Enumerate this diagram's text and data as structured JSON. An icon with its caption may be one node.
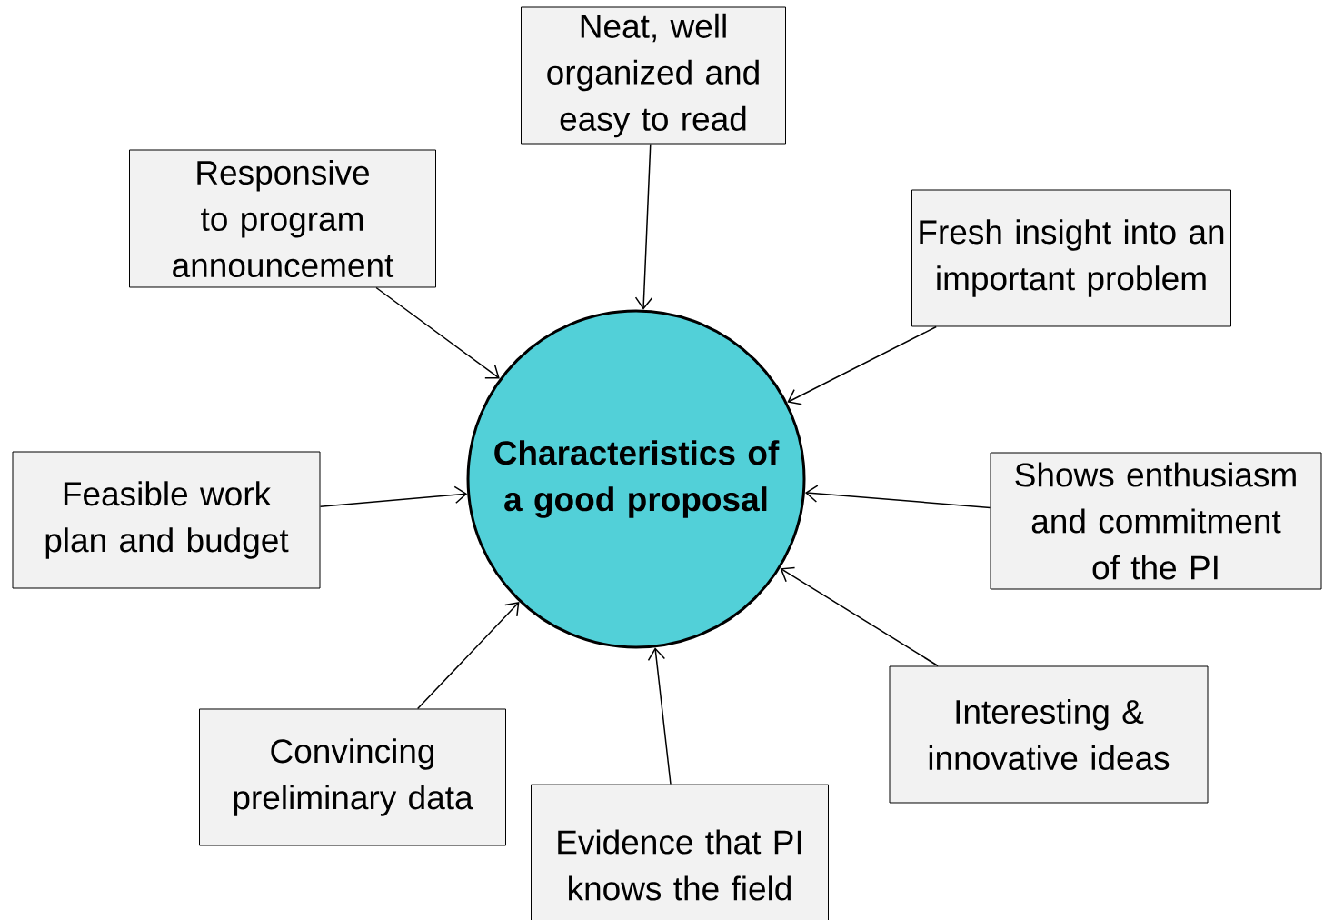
{
  "diagram": {
    "nodes": [
      {
        "text": [
          "Neat, well organized and easy to read"
        ]
      },
      {
        "text": [
          "Responsive to program announcement"
        ]
      },
      {
        "text": [
          "Fresh insight into an important problem"
        ]
      },
      {
        "text": [
          "Characteristics of a good proposal"
        ]
      },
      {
        "text": [
          "Feasible work plan and budget"
        ]
      },
      {
        "text": [
          "Shows enthusiasm and commitment of the PI"
        ]
      },
      {
        "text": [
          "Interesting & innovative ideas"
        ]
      },
      {
        "text": [
          "Convincing preliminary data"
        ]
      },
      {
        "text": [
          "Evidence that PI knows the field"
        ]
      }
    ],
    "edges": [
      {
        "from": 0,
        "to": 3,
        "arrow": "to"
      },
      {
        "from": 1,
        "to": 3,
        "arrow": "to"
      },
      {
        "from": 2,
        "to": 3,
        "arrow": "to"
      },
      {
        "from": 4,
        "to": 3,
        "arrow": "to"
      },
      {
        "from": 5,
        "to": 3,
        "arrow": "to"
      },
      {
        "from": 6,
        "to": 3,
        "arrow": "to"
      },
      {
        "from": 7,
        "to": 3,
        "arrow": "to"
      },
      {
        "from": 8,
        "to": 3,
        "arrow": "to"
      }
    ]
  }
}
